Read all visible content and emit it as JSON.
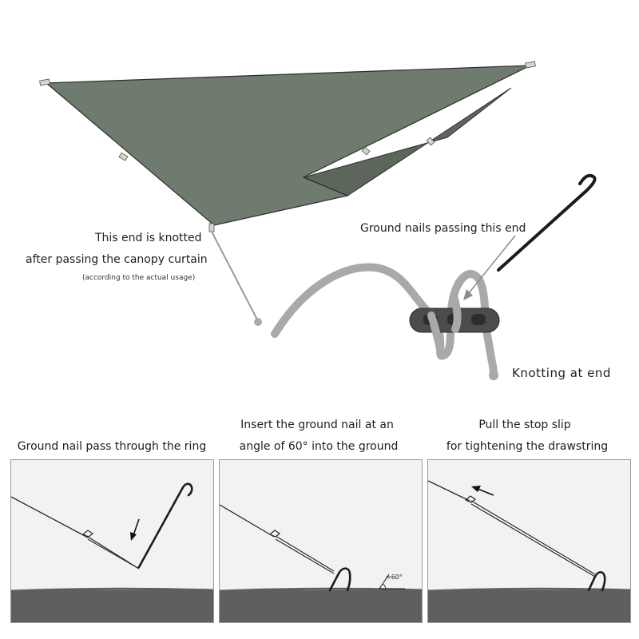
{
  "top": {
    "knot_label_line1": "This end is knotted",
    "knot_label_line2": "after passing the canopy curtain",
    "knot_label_note": "(according to the actual usage)",
    "nail_label": "Ground nails passing this end",
    "knotting_label": "Knotting at end"
  },
  "steps": [
    {
      "title_line1": "",
      "title_line2": "Ground nail pass through the ring"
    },
    {
      "title_line1": "Insert the ground nail at an",
      "title_line2": "angle of 60° into the ground",
      "angle_label": "≈60°"
    },
    {
      "title_line1": "Pull the stop slip",
      "title_line2": "for tightening the drawstring"
    }
  ],
  "colors": {
    "tarp": "#6f7b6e",
    "tarp_shadow": "#5c665b",
    "rope": "#a9a9a9",
    "slider": "#4a4d4a",
    "ground": "#5f5f5f",
    "panel_bg": "#f2f2f2"
  }
}
